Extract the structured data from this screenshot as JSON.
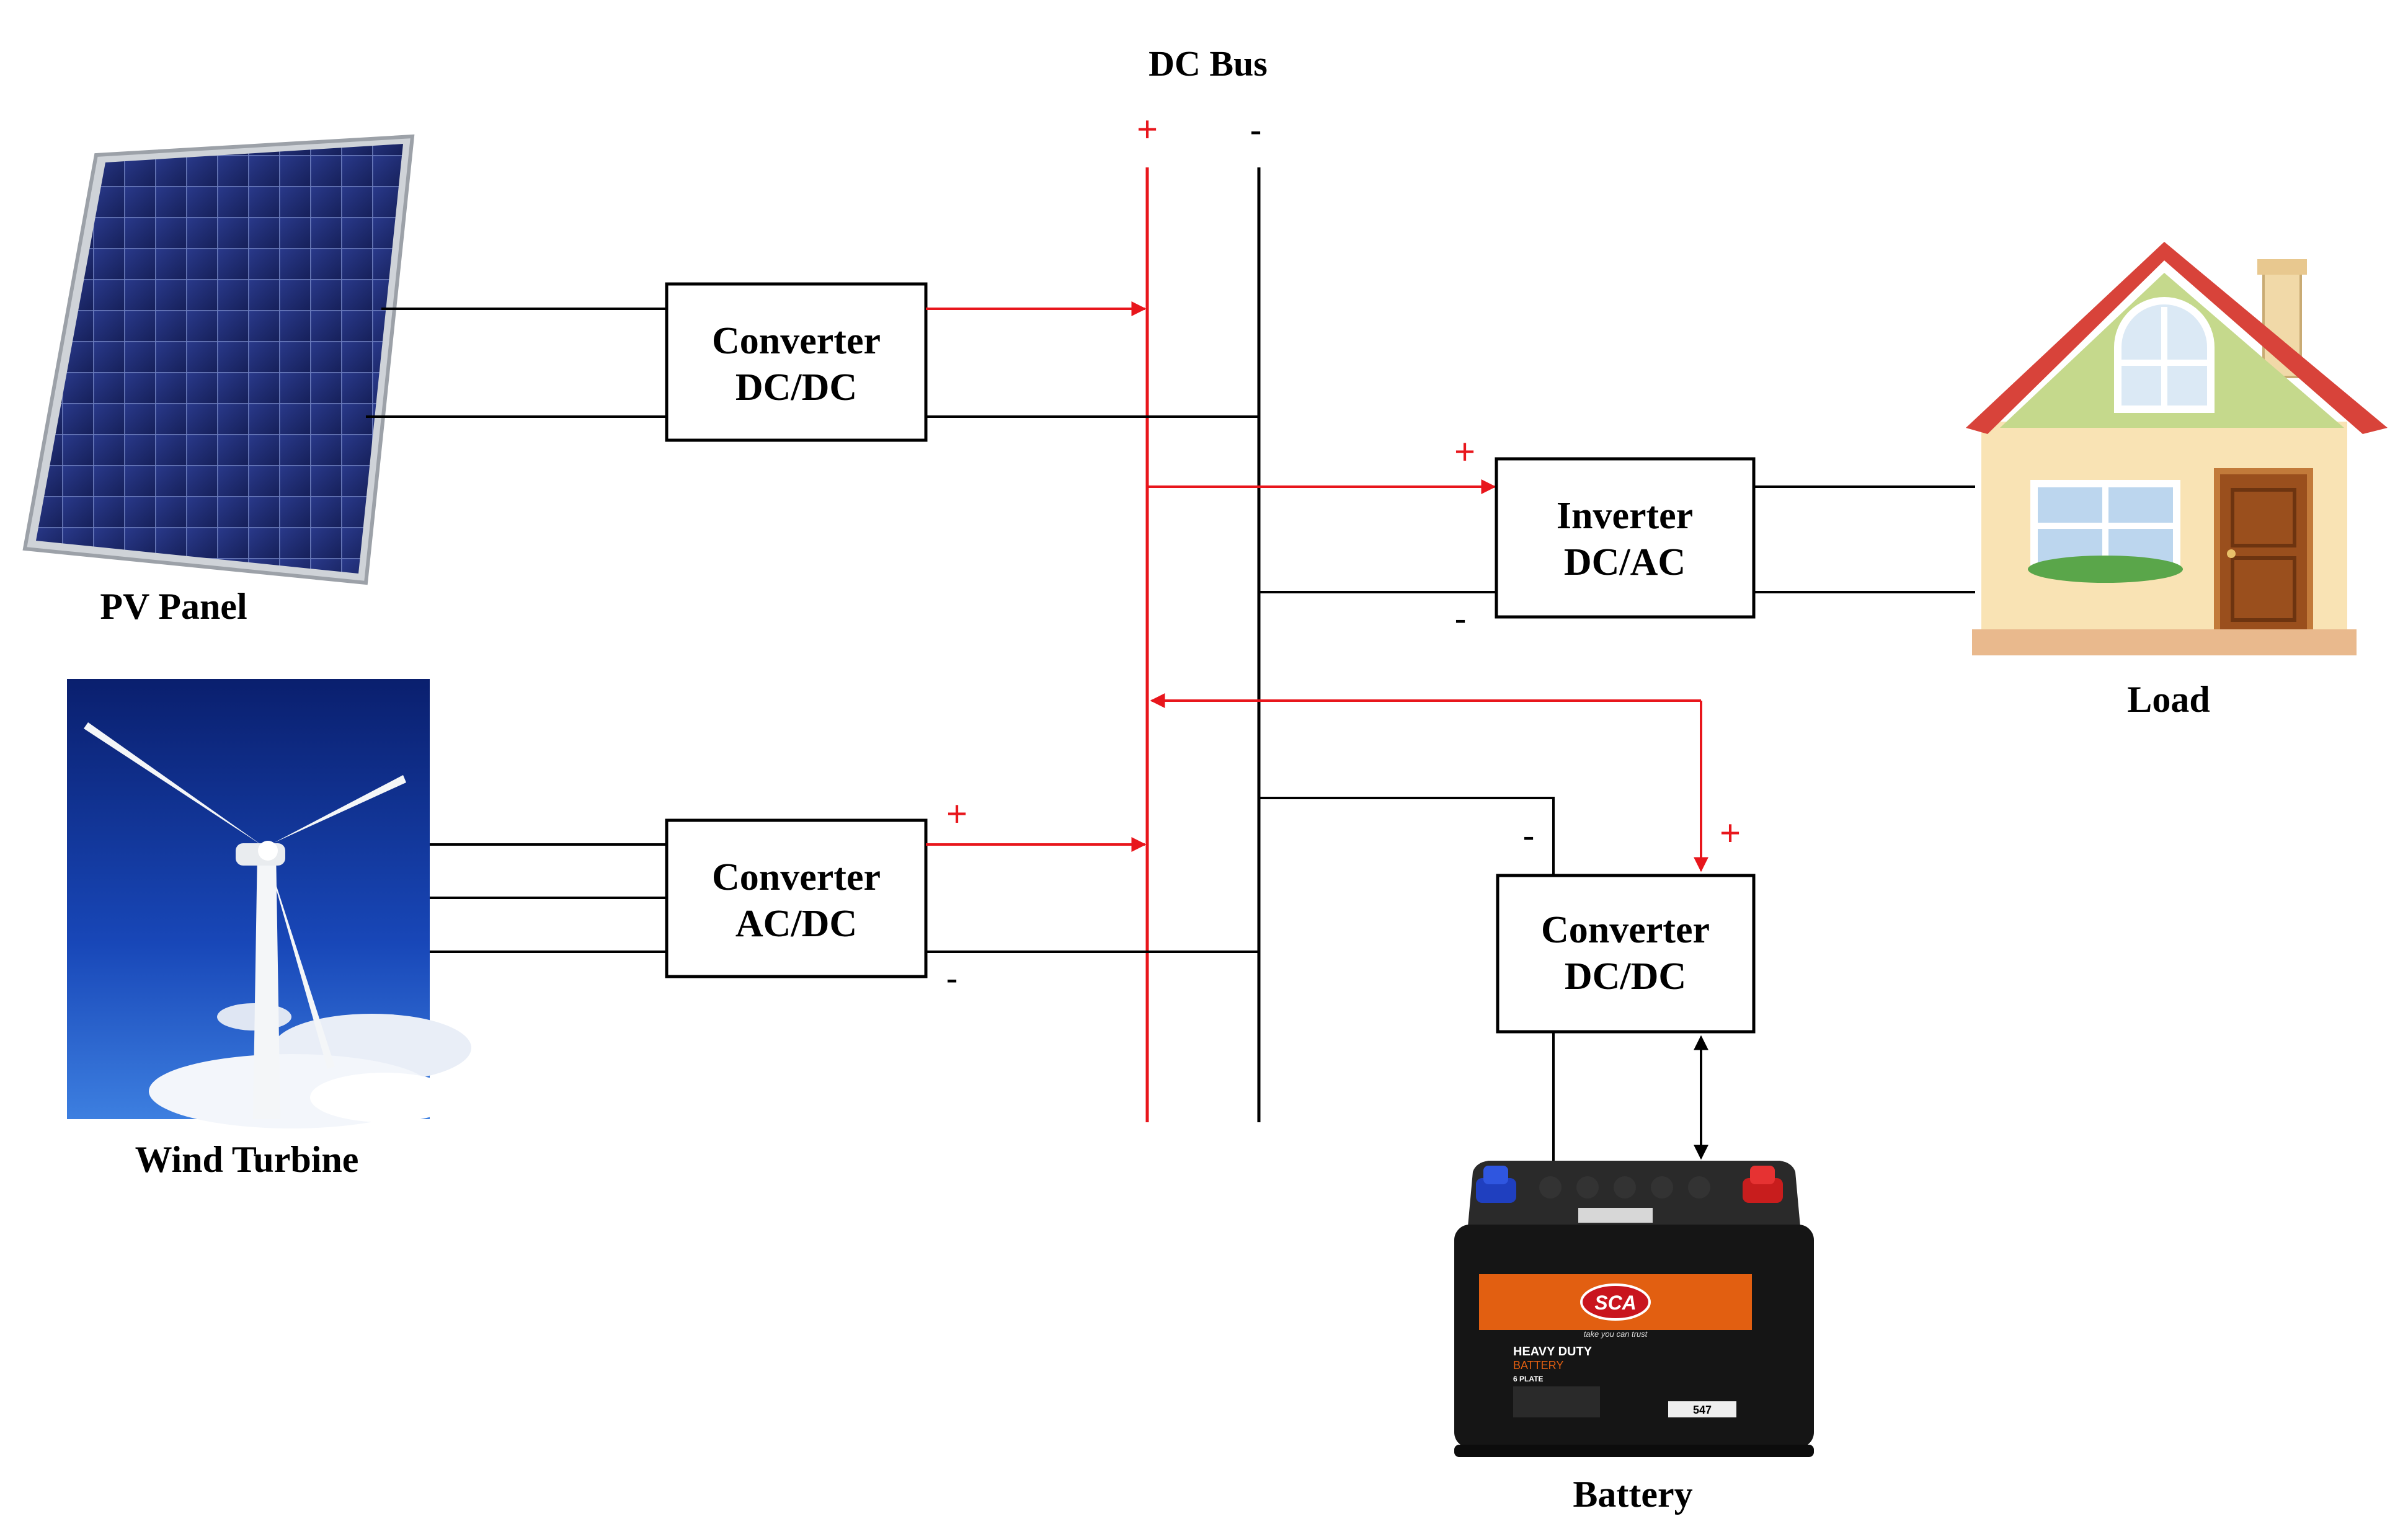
{
  "title": "DC Bus",
  "colors": {
    "positive": "#e8161c",
    "negative": "#000000"
  },
  "bus_polarity": {
    "plus": "+",
    "minus": "-"
  },
  "blocks": {
    "pv_converter": {
      "line1": "Converter",
      "line2": "DC/DC"
    },
    "wind_converter": {
      "line1": "Converter",
      "line2": "AC/DC"
    },
    "inverter": {
      "line1": "Inverter",
      "line2": "DC/AC"
    },
    "battery_converter": {
      "line1": "Converter",
      "line2": "DC/DC"
    }
  },
  "components": {
    "pv": {
      "label": "PV Panel",
      "icon": "solar-panel-icon"
    },
    "wind": {
      "label": "Wind Turbine",
      "icon": "wind-turbine-icon"
    },
    "load": {
      "label": "Load",
      "icon": "house-icon"
    },
    "battery": {
      "label": "Battery",
      "icon": "battery-icon",
      "brand": "SCA",
      "tagline": "take you can trust",
      "type_line1": "HEAVY DUTY",
      "type_line2": "BATTERY",
      "plate": "6 PLATE",
      "model": "547"
    }
  },
  "polarity_marks": {
    "plus": "+",
    "minus": "-"
  }
}
